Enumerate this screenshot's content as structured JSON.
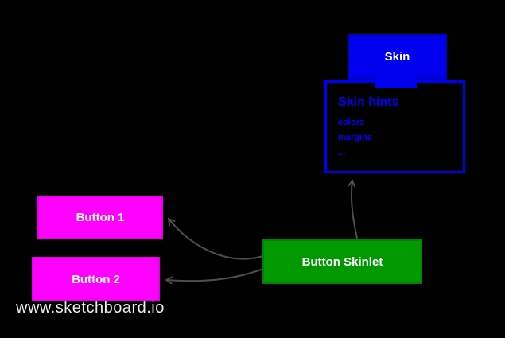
{
  "canvas": {
    "background_color": "#000000"
  },
  "watermark": "www.sketchboard.io",
  "colors": {
    "blue": "#0000ee",
    "magenta": "#ff00ff",
    "green": "#009a00",
    "arrow_gray": "#4f4f4f",
    "white": "#ffffff"
  },
  "nodes": {
    "skin": {
      "label": "Skin",
      "fill": "#0000ee",
      "text_color": "#ffffff"
    },
    "skin_hints": {
      "title": "Skin hints",
      "items": [
        "colors",
        "margins",
        "..."
      ],
      "border_color": "#0000ee",
      "text_color": "#0000ff",
      "fill": "#000000"
    },
    "button1": {
      "label": "Button 1",
      "fill": "#ff00ff",
      "text_color": "#ffffff"
    },
    "button2": {
      "label": "Button 2",
      "fill": "#ff00ff",
      "text_color": "#ffffff"
    },
    "button_skinlet": {
      "label": "Button Skinlet",
      "fill": "#009a00",
      "text_color": "#ffffff"
    }
  },
  "edges": [
    {
      "from": "button_skinlet",
      "to": "button1"
    },
    {
      "from": "button_skinlet",
      "to": "button2"
    },
    {
      "from": "button_skinlet",
      "to": "skin_hints"
    }
  ]
}
